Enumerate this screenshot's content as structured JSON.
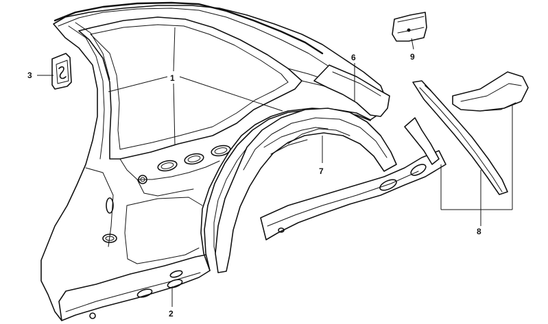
{
  "diagram": {
    "callouts": {
      "c1": "1",
      "c2": "2",
      "c3": "3",
      "c6": "6",
      "c7": "7",
      "c8": "8",
      "c9": "9"
    }
  }
}
